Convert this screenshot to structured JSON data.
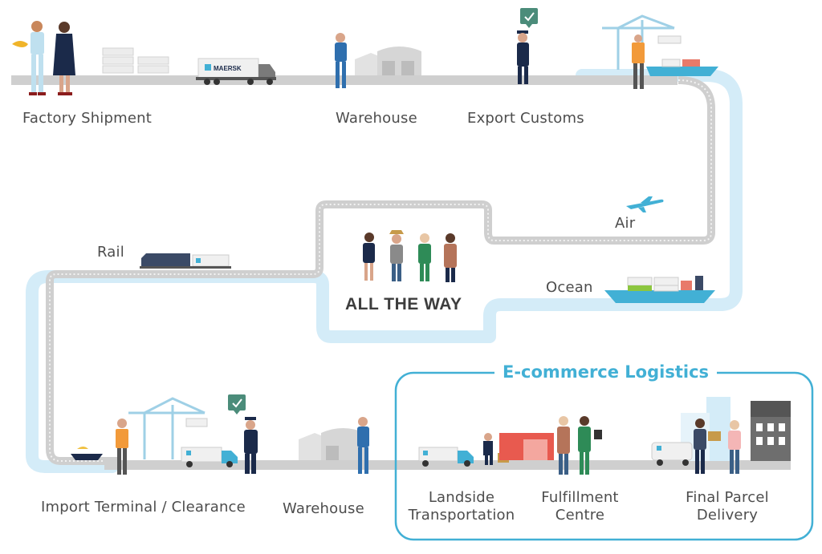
{
  "stages": {
    "factory_shipment": "Factory Shipment",
    "warehouse_top": "Warehouse",
    "export_customs": "Export Customs",
    "air": "Air",
    "ocean": "Ocean",
    "rail": "Rail",
    "import_terminal": "Import Terminal / Clearance",
    "warehouse_bottom": "Warehouse",
    "landside_line1": "Landside",
    "landside_line2": "Transportation",
    "fulfillment_line1": "Fulfillment",
    "fulfillment_line2": "Centre",
    "final_line1": "Final Parcel",
    "final_line2": "Delivery"
  },
  "center_headline": "ALL THE WAY",
  "ecommerce_title": "E-commerce Logistics",
  "brand_text": "MAERSK",
  "colors": {
    "path_light_blue": "#cfe8f5",
    "road_grey": "#cccccc",
    "accent_blue": "#42b0d5",
    "navy": "#1b2a4a",
    "check_green": "#4b8c7a"
  },
  "icons": [
    "check-icon",
    "plane-icon",
    "ship-icon",
    "truck-icon",
    "train-icon",
    "crane-icon",
    "warehouse-icon",
    "van-icon"
  ]
}
